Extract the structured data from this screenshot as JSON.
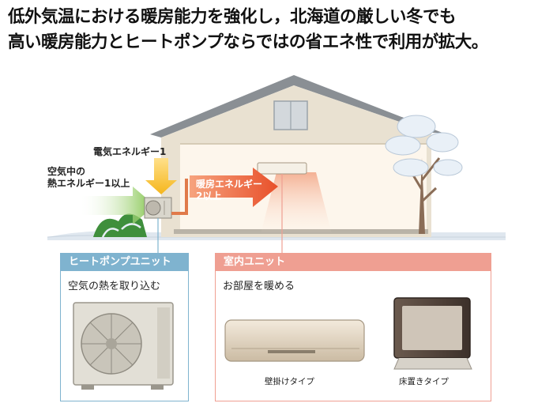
{
  "headline": {
    "line1": "低外気温における暖房能力を強化し，北海道の厳しい冬でも",
    "line2": "高い暖房能力とヒートポンプならではの省エネ性で利用が拡大。"
  },
  "diagram": {
    "electric_energy_label": "電気エネルギー1",
    "air_heat_label_line1": "空気中の",
    "air_heat_label_line2": "熱エネルギー1以上",
    "heating_energy_label_line1": "暖房エネルギー",
    "heating_energy_label_line2": "2以上"
  },
  "heat_pump_panel": {
    "title": "ヒートポンプユニット",
    "description": "空気の熱を取り込む"
  },
  "indoor_panel": {
    "title": "室内ユニット",
    "description": "お部屋を暖める",
    "wall_caption": "壁掛けタイプ",
    "floor_caption": "床置きタイプ"
  },
  "colors": {
    "heatpump_accent": "#7fb3cf",
    "indoor_accent": "#ef9f92",
    "heat_arrow": "#e8502a",
    "energy_arrow": "#f5b61c",
    "air_arrow": "#7cc142"
  }
}
